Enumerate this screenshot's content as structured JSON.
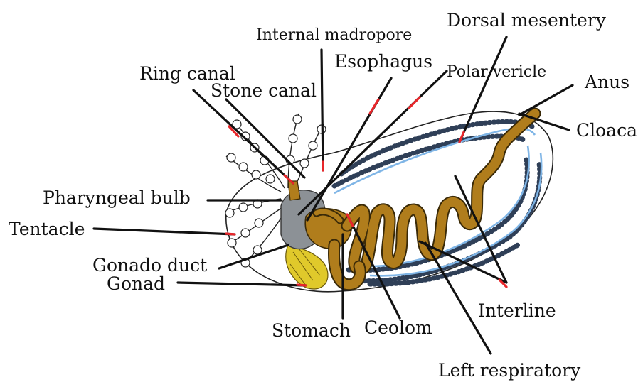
{
  "labels": {
    "dorsal_mesentery": "Dorsal mesentery",
    "internal_madropore": "Internal madropore",
    "esophagus": "Esophagus",
    "polar_vericle": "Polar vericle",
    "anus": "Anus",
    "ring_canal": "Ring canal",
    "stone_canal": "Stone canal",
    "cloaca": "Cloaca",
    "pharyngeal_bulb": "Pharyngeal bulb",
    "tentacle": "Tentacle",
    "gonado_duct": "Gonado duct",
    "gonad": "Gonad",
    "stomach": "Stomach",
    "ceolom": "Ceolom",
    "interline": "Interline",
    "left_respiratory": "Left respiratory"
  },
  "colors": {
    "gut": "#b07d1c",
    "body_wall": "#ffffff",
    "respiratory_tree": "#2f3f57",
    "blood_vessel": "#7fb5e6",
    "gonad": "#e0c92b",
    "pharynx": "#8c9196",
    "leader_line": "#111111",
    "leader_tip": "#e8262a"
  }
}
